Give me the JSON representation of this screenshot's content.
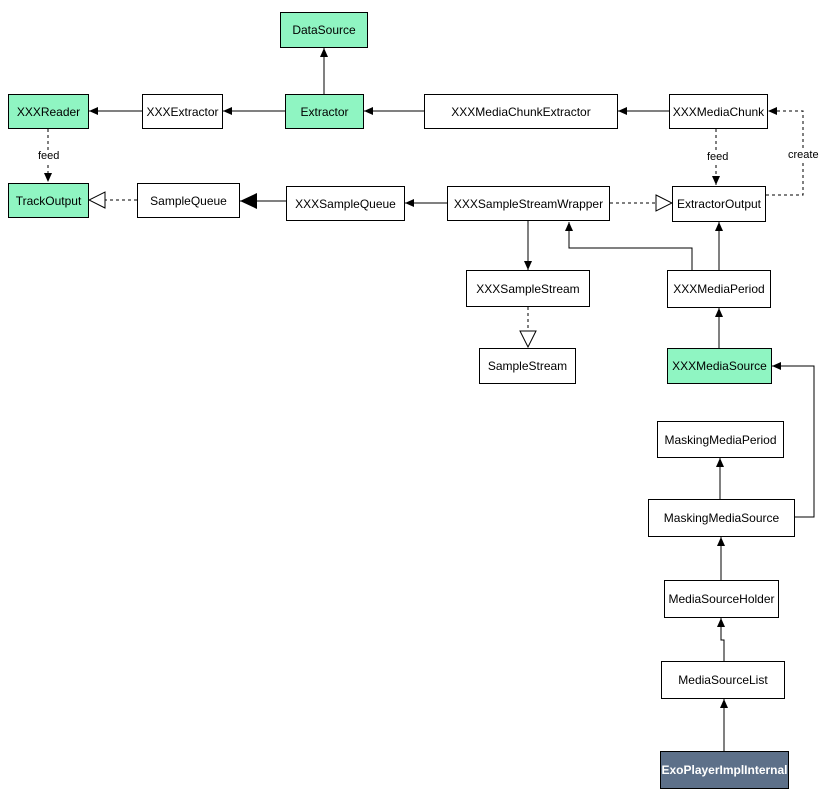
{
  "colors": {
    "highlight": "#8ff5c2",
    "entry": "#5d7089",
    "entry_text": "#ffffff",
    "stroke": "#000000"
  },
  "nodes": {
    "data_source": "DataSource",
    "xxx_reader": "XXXReader",
    "xxx_extractor": "XXXExtractor",
    "extractor": "Extractor",
    "xxx_media_chunk_extractor": "XXXMediaChunkExtractor",
    "xxx_media_chunk": "XXXMediaChunk",
    "track_output": "TrackOutput",
    "sample_queue": "SampleQueue",
    "xxx_sample_queue": "XXXSampleQueue",
    "xxx_sample_stream_wrapper": "XXXSampleStreamWrapper",
    "extractor_output": "ExtractorOutput",
    "xxx_sample_stream": "XXXSampleStream",
    "xxx_media_period": "XXXMediaPeriod",
    "sample_stream": "SampleStream",
    "xxx_media_source": "XXXMediaSource",
    "masking_media_period": "MaskingMediaPeriod",
    "masking_media_source": "MaskingMediaSource",
    "media_source_holder": "MediaSourceHolder",
    "media_source_list": "MediaSourceList",
    "exo_player_impl_internal": "ExoPlayerImplInternal"
  },
  "edge_labels": {
    "feed_reader": "feed",
    "feed_chunk": "feed",
    "create": "create"
  }
}
